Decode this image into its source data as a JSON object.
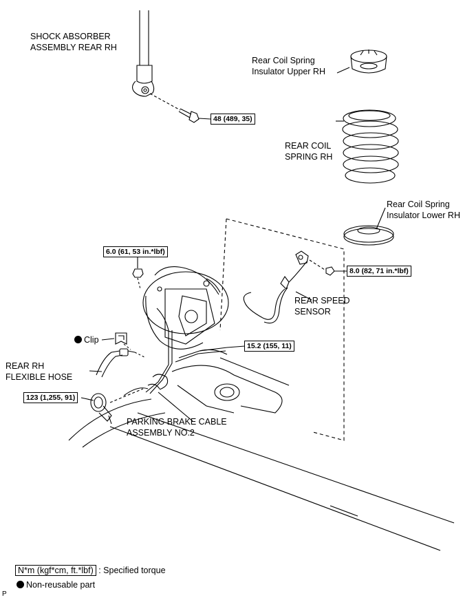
{
  "labels": {
    "shock_absorber": [
      "SHOCK ABSORBER",
      "ASSEMBLY REAR RH"
    ],
    "insulator_upper": [
      "Rear Coil Spring",
      "Insulator Upper RH"
    ],
    "coil_spring": [
      "REAR COIL",
      "SPRING RH"
    ],
    "insulator_lower": [
      "Rear Coil Spring",
      "Insulator Lower RH"
    ],
    "speed_sensor": [
      "REAR SPEED",
      "SENSOR"
    ],
    "clip": "Clip",
    "flexible_hose": [
      "REAR RH",
      "FLEXIBLE HOSE"
    ],
    "parking_brake_cable": [
      "PARKING BRAKE CABLE",
      "ASSEMBLY NO.2"
    ]
  },
  "torques": {
    "shock_bolt": "48 (489, 35)",
    "sensor_bolt": "8.0 (82, 71 in.*lbf)",
    "nut_small": "6.0 (61, 53 in.*lbf)",
    "flare_nut": "15.2 (155, 11)",
    "hub_bolt": "123 (1,255, 91)"
  },
  "legend": {
    "torque_box": "N*m (kgf*cm, ft.*lbf)",
    "torque_text": ": Specified torque",
    "nonreusable_text": "Non-reusable part"
  },
  "corner_mark": "P",
  "colors": {
    "line": "#000000",
    "background": "#ffffff"
  }
}
